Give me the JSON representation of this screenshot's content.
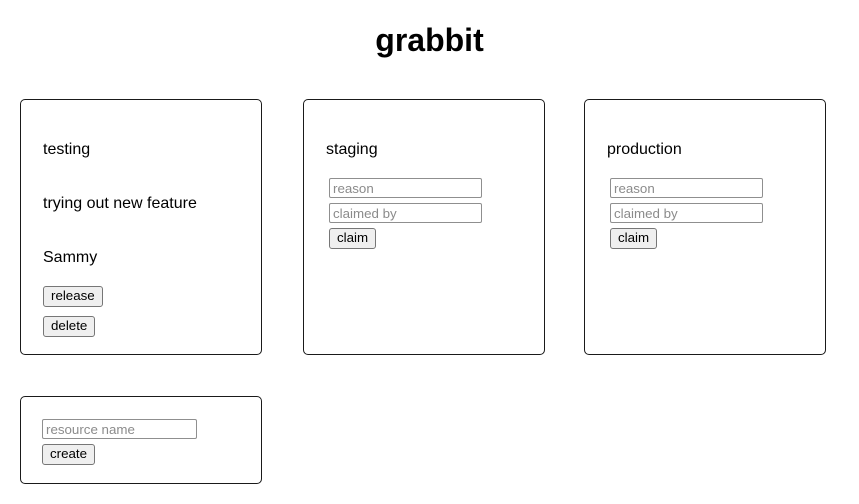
{
  "app": {
    "title": "grabbit"
  },
  "resources": [
    {
      "name": "testing",
      "status": "claimed",
      "reason": "trying out new feature",
      "claimed_by": "Sammy",
      "actions": [
        {
          "label": "release",
          "icon": "release-action"
        },
        {
          "label": "delete",
          "icon": "delete-action"
        }
      ]
    },
    {
      "name": "staging",
      "status": "free",
      "form": {
        "reason_placeholder": "reason",
        "reason_value": "",
        "claimed_by_placeholder": "claimed by",
        "claimed_by_value": "",
        "submit_label": "claim"
      }
    },
    {
      "name": "production",
      "status": "free",
      "form": {
        "reason_placeholder": "reason",
        "reason_value": "",
        "claimed_by_placeholder": "claimed by",
        "claimed_by_value": "",
        "submit_label": "claim"
      }
    }
  ],
  "create": {
    "name_placeholder": "resource name",
    "name_value": "",
    "submit_label": "create"
  },
  "colors": {
    "background": "#ffffff",
    "text": "#000000",
    "card_border": "#1a1a1a",
    "input_border": "#8f8f8f",
    "placeholder": "#8b8b8b",
    "button_face": "#efefef",
    "button_border": "#767676"
  }
}
